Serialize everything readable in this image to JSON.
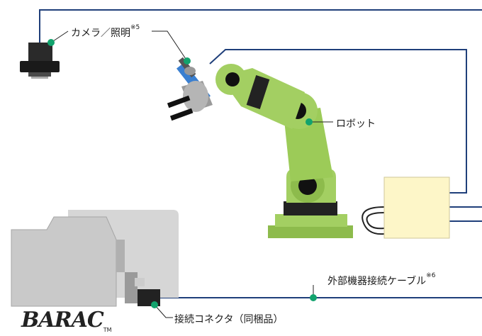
{
  "labels": {
    "camera": "カメラ／照明",
    "camera_note": "※5",
    "robot": "ロボット",
    "cable": "外部機器接続ケーブル",
    "cable_note": "※6",
    "connector": "接続コネクタ（同梱品）"
  },
  "logo": {
    "text": "BARAC",
    "tm": "TM"
  },
  "colors": {
    "cable_line": "#1f3f7a",
    "leader_dot": "#12a36d",
    "robot_green": "#a3cf62",
    "robot_dark": "#7fae3c",
    "robot_black": "#222222",
    "controller_fill": "#fdf6c8",
    "machine_gray": "#c9c9c9"
  },
  "icons": [
    "camera-icon",
    "robot-arm-icon",
    "gripper-icon",
    "controller-box-icon",
    "machine-tool-icon",
    "connector-icon"
  ]
}
